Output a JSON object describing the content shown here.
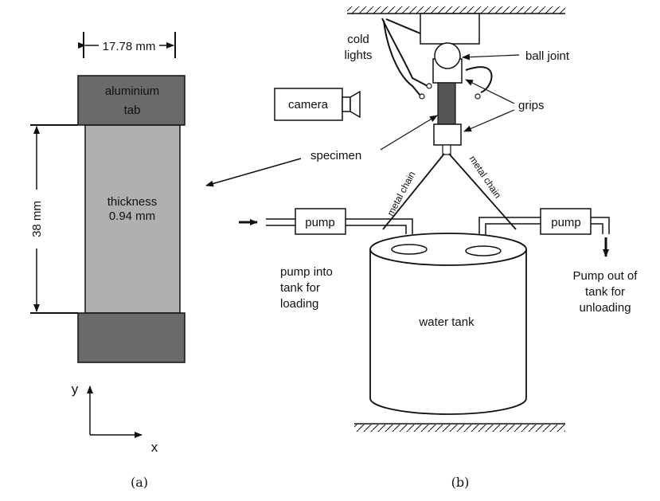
{
  "panel_a": {
    "width_label": "17.78 mm",
    "tab_label_line1": "aluminium",
    "tab_label_line2": "tab",
    "height_label": "38 mm",
    "thickness_line1": "thickness",
    "thickness_line2": "0.94 mm",
    "axis_y": "y",
    "axis_x": "x",
    "caption": "(a)"
  },
  "panel_b": {
    "cold_lights_line1": "cold",
    "cold_lights_line2": "lights",
    "ball_joint": "ball joint",
    "camera": "camera",
    "grips": "grips",
    "specimen": "specimen",
    "metal_chain_left": "metal chain",
    "metal_chain_right": "metal chain",
    "pump_left": "pump",
    "pump_right": "pump",
    "load_line1": "pump into",
    "load_line2": "tank for",
    "load_line3": "loading",
    "unload_line1": "Pump out of",
    "unload_line2": "tank for",
    "unload_line3": "unloading",
    "water_tank": "water tank",
    "caption": "(b)"
  }
}
